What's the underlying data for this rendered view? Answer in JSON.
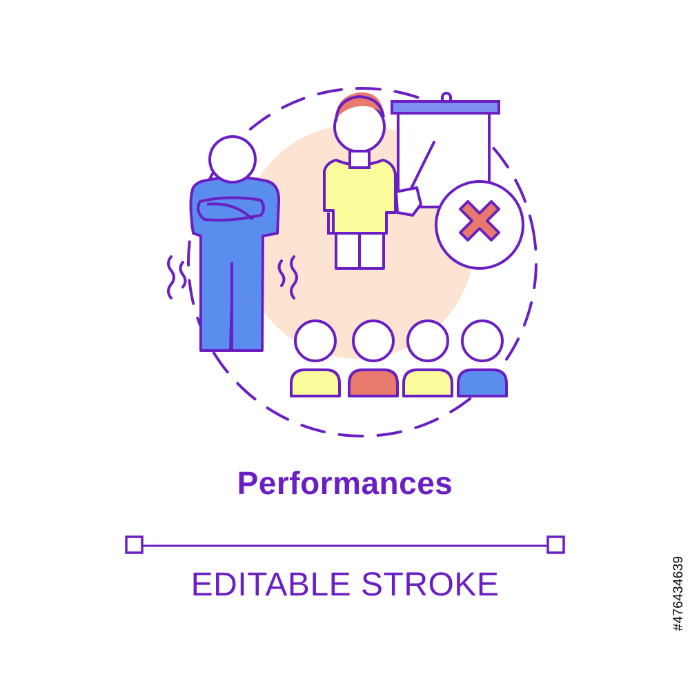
{
  "title": "Performances",
  "caption": "EDITABLE STROKE",
  "side_id": "#476434639",
  "colors": {
    "outline": "#6a1fc2",
    "blob": "#fce3d2",
    "blue": "#5b8def",
    "yellow": "#fafb9a",
    "red": "#e8796d",
    "rod": "#7e8ff2",
    "hair": "#e8796d",
    "white": "#ffffff"
  },
  "icons": {
    "performer": "nervous-person-icon",
    "presenter": "presenter-icon",
    "board": "presentation-board-icon",
    "reject": "cross-mark-icon",
    "audience": "audience-icon"
  }
}
